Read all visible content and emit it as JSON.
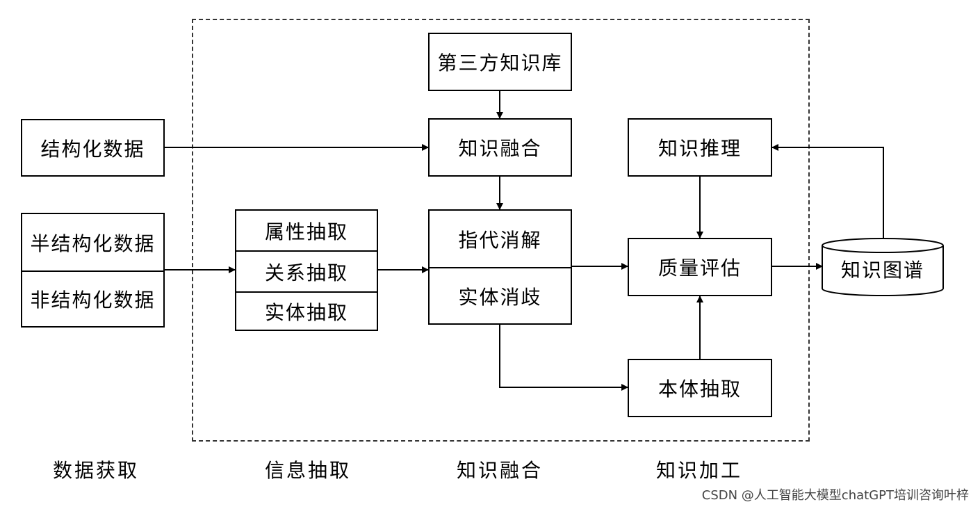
{
  "diagram": {
    "third_party_kb": "第三方知识库",
    "structured_data": "结构化数据",
    "semi_structured_data": "半结构化数据",
    "unstructured_data": "非结构化数据",
    "attribute_extraction": "属性抽取",
    "relation_extraction": "关系抽取",
    "entity_extraction": "实体抽取",
    "knowledge_fusion": "知识融合",
    "coreference_resolution": "指代消解",
    "entity_disambiguation": "实体消歧",
    "knowledge_reasoning": "知识推理",
    "quality_assessment": "质量评估",
    "ontology_extraction": "本体抽取",
    "knowledge_graph": "知识图谱"
  },
  "stages": {
    "data_acquisition": "数据获取",
    "information_extraction": "信息抽取",
    "knowledge_fusion": "知识融合",
    "knowledge_processing": "知识加工"
  },
  "watermark": "CSDN @人工智能大模型chatGPT培训咨询叶梓"
}
